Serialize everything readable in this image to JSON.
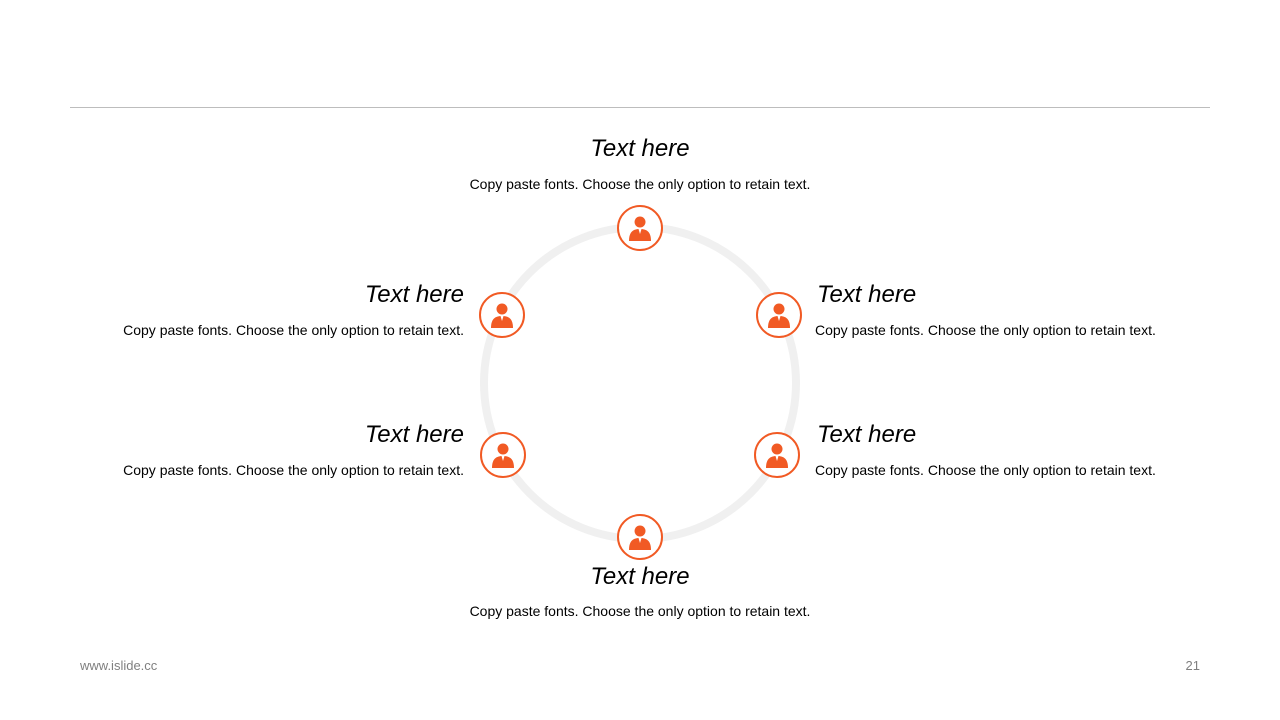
{
  "accent_color": "#f15a24",
  "items": [
    {
      "position": "top",
      "title": "Text here",
      "description": "Copy paste fonts. Choose the only option to retain text.",
      "icon": "person-icon"
    },
    {
      "position": "upper-left",
      "title": "Text here",
      "description": "Copy paste fonts. Choose the only option to retain text.",
      "icon": "person-icon"
    },
    {
      "position": "upper-right",
      "title": "Text here",
      "description": "Copy paste fonts. Choose the only option to retain text.",
      "icon": "person-icon"
    },
    {
      "position": "lower-left",
      "title": "Text here",
      "description": "Copy paste fonts. Choose the only option to retain text.",
      "icon": "person-icon"
    },
    {
      "position": "lower-right",
      "title": "Text here",
      "description": "Copy paste fonts. Choose the only option to retain text.",
      "icon": "person-icon"
    },
    {
      "position": "bottom",
      "title": "Text here",
      "description": "Copy paste fonts. Choose the only option to retain text.",
      "icon": "person-icon"
    }
  ],
  "footer": {
    "url": "www.islide.cc",
    "page_number": "21"
  }
}
